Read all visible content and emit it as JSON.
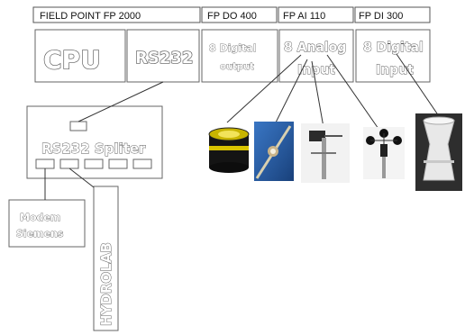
{
  "headers": {
    "fieldpoint": "FIELD POINT FP 2000",
    "do": "FP DO 400",
    "ai": "FP AI 110",
    "di": "FP DI 300"
  },
  "modules": {
    "cpu": "CPU",
    "rs232": "RS232",
    "do_line1": "8 Digital",
    "do_line2": "output",
    "ai_line1": "8 Analog",
    "ai_line2": "Input",
    "di_line1": "8 Digital",
    "di_line2": "Input"
  },
  "splitter": {
    "label": "RS232 Spliter"
  },
  "devices": {
    "modem_line1": "Modem",
    "modem_line2": "Siemens",
    "hydrolab": "HYDROLAB"
  }
}
